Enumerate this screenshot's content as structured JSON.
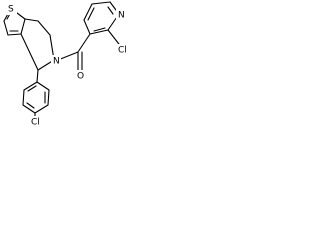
{
  "molecule": {
    "atoms": {
      "sulfur": "S",
      "amide_nitrogen": "N",
      "carbonyl_oxygen": "O",
      "pyridine_nitrogen": "N",
      "pyridine_chlorine": "Cl",
      "phenyl_chlorine": "Cl"
    }
  }
}
